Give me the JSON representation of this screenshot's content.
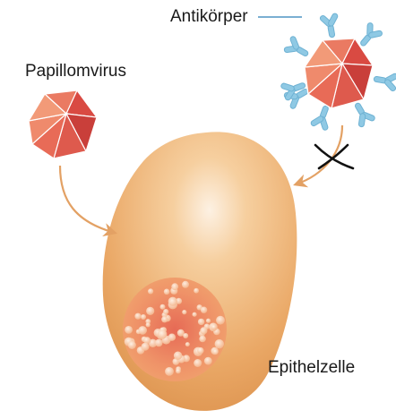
{
  "labels": {
    "papillomavirus": "Papillomvirus",
    "antibody": "Antikörper",
    "epithelial_cell": "Epithelzelle"
  },
  "colors": {
    "cell_fill": "#e8a463",
    "cell_highlight": "#fbe6cf",
    "virus_face": "#e0574c",
    "virus_edge": "#ffffff",
    "antibody": "#8fc9e4",
    "arrow": "#e3a164",
    "blocked_cross": "#111111",
    "nucleus": "#e98f63"
  },
  "icons": {
    "free_virus": "papillomavirus-icon",
    "bound_virus": "antibody-coated-virus-icon",
    "blocked_marker": "blocked-cross-icon"
  }
}
